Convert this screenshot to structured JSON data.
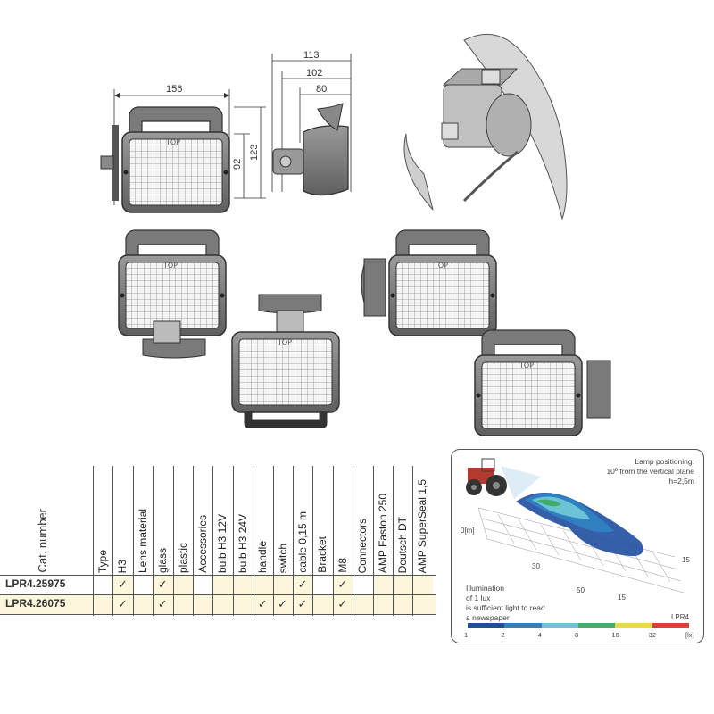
{
  "drawing": {
    "dimensions": {
      "width": "156",
      "height_inner": "92",
      "height_outer": "123",
      "depth_total": "113",
      "depth_mid": "102",
      "depth_body": "80"
    },
    "lens_marking": "TOP"
  },
  "table": {
    "cat_header": "Cat. number",
    "columns": [
      {
        "id": "type",
        "label": "Type",
        "group": true
      },
      {
        "id": "h3",
        "label": "H3"
      },
      {
        "id": "lens",
        "label": "Lens material",
        "group": true
      },
      {
        "id": "glass",
        "label": "glass"
      },
      {
        "id": "plastic",
        "label": "plastic"
      },
      {
        "id": "acc",
        "label": "Accessories",
        "group": true
      },
      {
        "id": "bulb12",
        "label": "bulb H3 12V"
      },
      {
        "id": "bulb24",
        "label": "bulb H3 24V"
      },
      {
        "id": "handle",
        "label": "handle"
      },
      {
        "id": "switch",
        "label": "switch"
      },
      {
        "id": "cable",
        "label": "cable 0,15 m"
      },
      {
        "id": "bracket",
        "label": "Bracket",
        "group": true
      },
      {
        "id": "m8",
        "label": "M8"
      },
      {
        "id": "conn",
        "label": "Connectors",
        "group": true
      },
      {
        "id": "amp250",
        "label": "AMP Faston 250"
      },
      {
        "id": "deutsch",
        "label": "Deutsch DT"
      },
      {
        "id": "ampss",
        "label": "AMP SuperSeal 1,5"
      }
    ],
    "check_symbol": "✓",
    "rows": [
      {
        "cat": "LPR4.25975",
        "checks": [
          "h3",
          "glass",
          "cable",
          "m8"
        ]
      },
      {
        "cat": "LPR4.26075",
        "checks": [
          "h3",
          "glass",
          "handle",
          "switch",
          "cable",
          "m8"
        ]
      }
    ]
  },
  "illumination": {
    "lamp_positioning": [
      "Lamp positioning:",
      "10º from the vertical plane",
      "h=2,5m"
    ],
    "note": [
      "Illumination",
      "of 1 lux",
      "is sufficient light to read",
      "a newspaper"
    ],
    "model": "LPR4",
    "grid_labels": {
      "origin": "0[m]",
      "x30": "30",
      "x50": "50",
      "y15a": "15",
      "y15b": "15"
    },
    "scale_ticks": [
      "1",
      "2",
      "4",
      "8",
      "16",
      "32",
      "[lx]"
    ],
    "scale_colors": [
      "#1f4e9e",
      "#2f7fc1",
      "#6cc3d5",
      "#3fae6a",
      "#e8d84a",
      "#d8413a"
    ]
  }
}
